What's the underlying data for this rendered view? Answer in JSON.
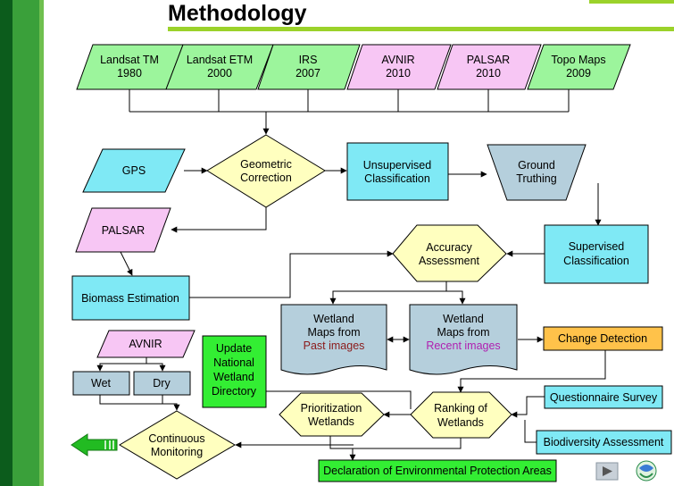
{
  "title": "Methodology",
  "colors": {
    "sidebar_dark": "#0c5c1c",
    "sidebar_light": "#3aa03a",
    "title_bar": "#9bd22a",
    "green_fill": "#9cf59c",
    "pink_fill": "#f7c6f4",
    "cyan_fill": "#7fe9f5",
    "gray_fill": "#b5cfdc",
    "yellow_fill": "#ffffbf",
    "orange_fill": "#ffc24a",
    "bright_green": "#33ee33",
    "arrow_green": "#22bb22"
  },
  "sources": [
    {
      "line1": "Landsat TM",
      "line2": "1980"
    },
    {
      "line1": "Landsat ETM",
      "line2": "2000"
    },
    {
      "line1": "IRS",
      "line2": "2007"
    },
    {
      "line1": "AVNIR",
      "line2": "2010"
    },
    {
      "line1": "PALSAR",
      "line2": "2010"
    },
    {
      "line1": "Topo Maps",
      "line2": "2009"
    }
  ],
  "nodes": {
    "gps": "GPS",
    "geometric_correction": [
      "Geometric",
      "Correction"
    ],
    "unsupervised_classification": [
      "Unsupervised",
      "Classification"
    ],
    "ground_truthing": [
      "Ground",
      "Truthing"
    ],
    "palsar": "PALSAR",
    "accuracy_assessment": [
      "Accuracy",
      "Assessment"
    ],
    "supervised_classification": [
      "Supervised",
      "Classification"
    ],
    "biomass_estimation": "Biomass Estimation",
    "wetland_maps_past": {
      "line1": "Wetland",
      "line2": "Maps from",
      "line3": "Past images"
    },
    "wetland_maps_recent": {
      "line1": "Wetland",
      "line2": "Maps from",
      "line3": "Recent images"
    },
    "change_detection": "Change Detection",
    "avnir": "AVNIR",
    "wet": "Wet",
    "dry": "Dry",
    "update_directory": [
      "Update",
      "National",
      "Wetland",
      "Directory"
    ],
    "questionnaire_survey": "Questionnaire Survey",
    "prioritization_wetlands": [
      "Prioritization",
      "Wetlands"
    ],
    "ranking_wetlands": [
      "Ranking of",
      "Wetlands"
    ],
    "biodiversity_assessment": "Biodiversity Assessment",
    "continuous_monitoring": [
      "Continuous",
      "Monitoring"
    ],
    "declaration": "Declaration of Environmental  Protection Areas"
  }
}
